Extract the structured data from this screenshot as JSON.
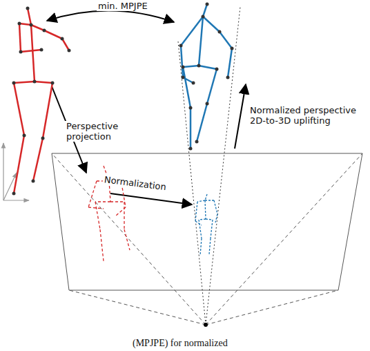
{
  "diagram": {
    "labels": [
      "min. MPJPE",
      "Perspective projection",
      "Normalization",
      "Normalized perspective 2D-to-3D uplifting",
      "(MPJPE) for normalized"
    ]
  }
}
